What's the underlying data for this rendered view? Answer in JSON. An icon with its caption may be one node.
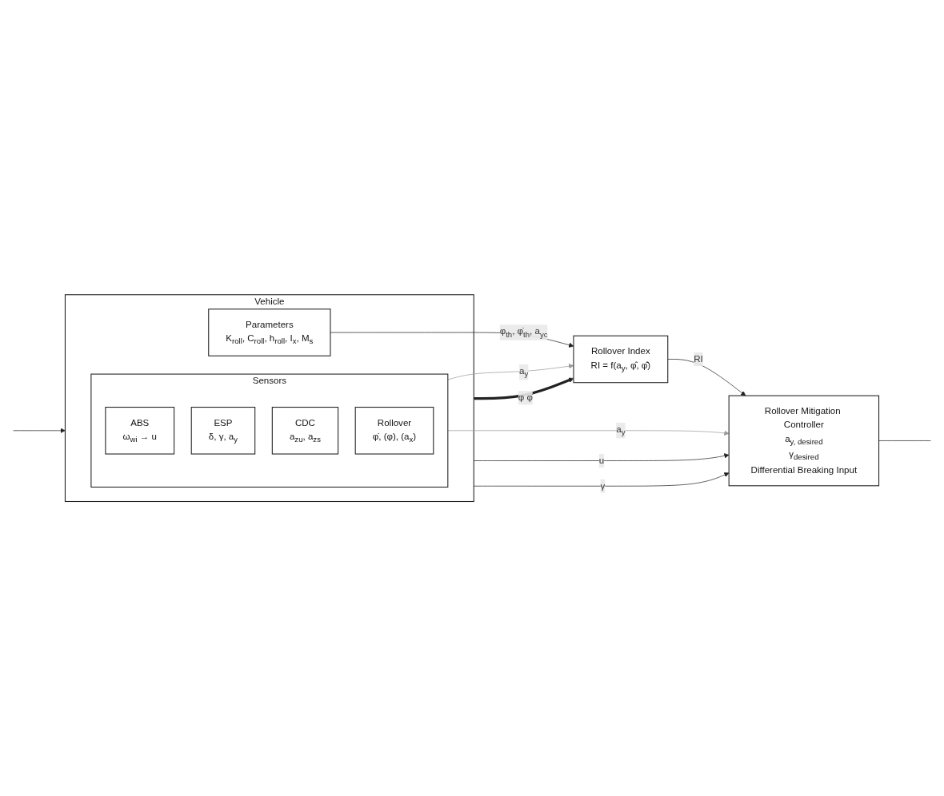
{
  "diagram": {
    "nodes": [
      {
        "text": [
          "Vehicle"
        ]
      },
      {
        "text": [
          "Parameters",
          "K$_{roll}$, C$_{roll}$, h$_{roll}$, I$_{x}$, M$_{s}$"
        ],
        "in": 0
      },
      {
        "text": [
          "Sensors"
        ],
        "in": 0
      },
      {
        "text": [
          "ABS",
          "ω$_{wi}$ → u"
        ],
        "in": 2
      },
      {
        "text": [
          "ESP",
          "δ, γ, a$_{y}$"
        ],
        "in": 2
      },
      {
        "text": [
          "CDC",
          "a$_{zu}$, a$_{zs}$"
        ],
        "in": 2
      },
      {
        "text": [
          "Rollover",
          "φ̇, (φ), (a$_{x}$)"
        ],
        "in": 2
      },
      {
        "text": [
          "Rollover Index",
          "RI = f(a$_{y}$, φ̂, φ̂̇)"
        ]
      },
      {
        "text": [
          "Rollover Mitigation Controller",
          "a$_{y, desired}$",
          "γ$_{desired}$",
          "Differential Breaking Input"
        ]
      }
    ],
    "edges": [
      {
        "from": 1,
        "to": 7,
        "arrow": "to",
        "label": "φ$_{th}$, φ̇$_{th}$, a$_{yc}$"
      },
      {
        "from": 2,
        "to": 7,
        "arrow": "to",
        "label": "a$_{y}$",
        "color": "#999999"
      },
      {
        "from": 0,
        "to": 7,
        "arrow": "to",
        "label": "φ φ̇",
        "style": "thick"
      },
      {
        "from": 7,
        "to": 8,
        "arrow": "to",
        "label": "RI"
      },
      {
        "from": 2,
        "to": 8,
        "arrow": "to",
        "label": "a$_{y}$",
        "color": "#999999"
      },
      {
        "from": 0,
        "to": 8,
        "arrow": "to",
        "label": "u"
      },
      {
        "from": 0,
        "to": 8,
        "arrow": "to",
        "label": "γ"
      },
      {
        "from": 8,
        "to": null,
        "arrow": "none"
      },
      {
        "from": null,
        "to": 0,
        "arrow": "to"
      }
    ]
  }
}
